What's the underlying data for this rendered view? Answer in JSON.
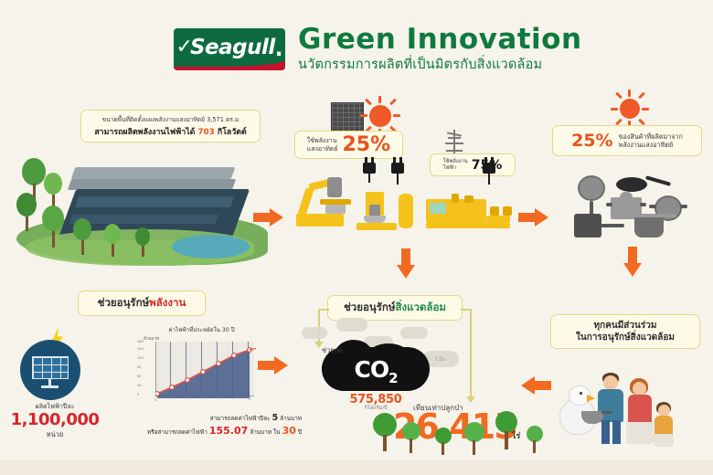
{
  "header": {
    "logo_tick": "✓",
    "logo_word": "Seagull",
    "logo_dot": ".",
    "title_main": "Green Innovation",
    "title_sub": "นวัตกรรมการผลิตที่เป็นมิตรกับสิ่งแวดล้อม"
  },
  "boxes": {
    "area": {
      "line1": "ขนาดพื้นที่ติดตั้งแผงพลังงานแสงอาทิตย์ 3,571 ตร.ม",
      "line2_pre": "สามารถผลิตพลังงานไฟฟ้าได้ ",
      "line2_value": "703",
      "line2_post": " กิโลวัตต์"
    },
    "solar": {
      "label_line1": "ใช้พลังงาน",
      "label_line2": "แสงอาทิตย์",
      "percent": "25%"
    },
    "electric": {
      "label_line1": "ใช้พลังงาน",
      "label_line2": "ไฟฟ้า",
      "percent": "75%"
    },
    "goods": {
      "percent": "25%",
      "label_line1": "ของสินค้าที่ผลิตมาจาก",
      "label_line2": "พลังงานแสงอาทิตย์"
    },
    "save_energy": {
      "text_plain": "ช่วยอนุรักษ์",
      "text_highlight": "พลังงาน"
    },
    "save_environment": {
      "text_plain": "ช่วยอนุรักษ์",
      "text_highlight": "สิ่งแวดล้อม"
    },
    "everyone": {
      "line1": "ทุกคนมีส่วนร่วม",
      "line2": "ในการอนุรักษ์สิ่งแวดล้อม"
    }
  },
  "energy_stat": {
    "label": "ผลิตไฟฟ้าปีละ",
    "value": "1,100,000",
    "unit": "หน่วย"
  },
  "savings_caption": {
    "line1_pre": "สามารถลดค่าไฟฟ้าปีละ ",
    "line1_value": "5",
    "line1_post": " ล้านบาท",
    "line2_pre": "หรือสามารถลดค่าไฟฟ้า ",
    "line2_value": "155.07",
    "line2_post": " ล้านบาท ใน ",
    "line2_value2": "30",
    "line2_post2": " ปี"
  },
  "co2": {
    "reduce_label": "ช่วยลด",
    "name": "CO",
    "subscript": "2",
    "value": "575,850",
    "unit": "กิโลกรัม/ปี"
  },
  "forest": {
    "label": "เทียบเท่าปลูกป่า",
    "value": "26,415",
    "unit": "ไร่"
  },
  "chart_data": {
    "type": "line",
    "title": "ค่าไฟฟ้าที่ประหยัดใน 30 ปี",
    "xlabel": "ปี",
    "ylabel": "ล้านบาท",
    "x": [
      0,
      5,
      10,
      15,
      20,
      25,
      30
    ],
    "values": [
      8,
      32,
      56,
      80,
      105,
      130,
      155
    ],
    "tick_labels_x": [
      "0",
      "5",
      "10",
      "15",
      "20",
      "25",
      "30"
    ],
    "tick_labels_y": [
      "0",
      "30",
      "60",
      "90",
      "120",
      "150",
      "180"
    ],
    "ylim": [
      0,
      180
    ],
    "xlim": [
      0,
      30
    ],
    "grid": true,
    "legend": "none",
    "series_color": "#d9534f",
    "fill_color": "#4a5f8a"
  },
  "icons": {
    "sun_top": "sun-icon",
    "sun_right": "sun-icon",
    "solar_panel": "solar-panel-icon",
    "power_plug": "power-plug-icon",
    "transmission_tower": "transmission-tower-icon",
    "robot_arm": "robot-arm-icon",
    "cookware": "cookware-icon",
    "lightning_bolt": "lightning-bolt-icon",
    "co2_cloud": "co2-cloud-icon",
    "tree": "tree-icon",
    "family": "family-icon",
    "mascot_bird": "seagull-mascot-icon"
  }
}
